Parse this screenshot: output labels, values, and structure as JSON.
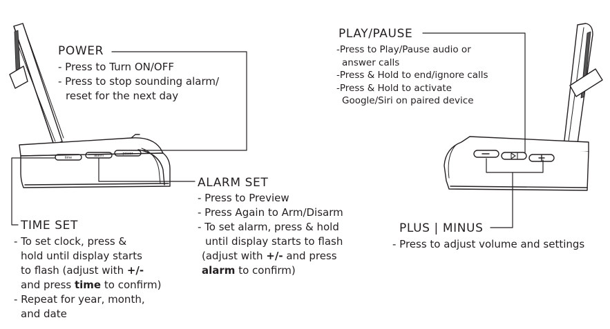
{
  "power": {
    "title": "POWER",
    "lines": [
      "- Press to Turn ON/OFF",
      "- Press to stop sounding alarm/",
      "  reset for the next day"
    ]
  },
  "alarm_set": {
    "title": "ALARM SET",
    "lines": [
      "- Press to Preview",
      "- Press Again to Arm/Disarm",
      "- To set alarm, press & hold",
      "  until display starts to flash",
      "  (adjust with ",
      "+/-",
      " and press",
      "alarm",
      " to confirm)"
    ]
  },
  "time_set": {
    "title": "TIME SET",
    "lines": [
      "- To set clock, press &",
      "  hold until display starts",
      "  to flash (adjust with ",
      "+/-",
      "  and press ",
      "time",
      " to confirm)",
      "- Repeat for year, month,",
      "  and date"
    ]
  },
  "play_pause": {
    "title": "PLAY/PAUSE",
    "lines": [
      "-Press to Play/Pause audio or",
      " answer calls",
      "-Press & Hold to end/ignore calls",
      "-Press & Hold to activate",
      " Google/Siri on paired device"
    ]
  },
  "plus_minus": {
    "title": "PLUS | MINUS",
    "lines": [
      "- Press to adjust volume and settings"
    ]
  },
  "device_buttons": {
    "left": [
      "time",
      "alarm",
      "power"
    ],
    "right_icons": [
      "minus-icon",
      "play-pause-icon",
      "plus-icon"
    ]
  }
}
